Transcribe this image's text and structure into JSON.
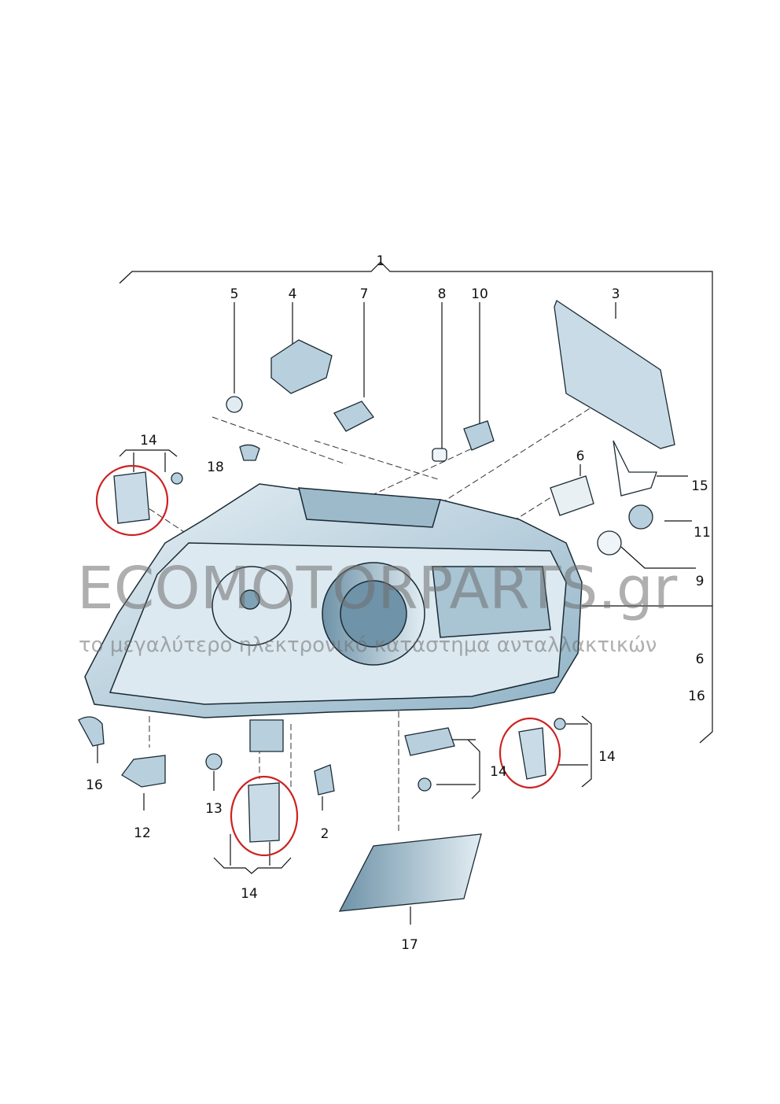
{
  "diagram": {
    "callouts": {
      "c1": "1",
      "c2": "2",
      "c3": "3",
      "c4": "4",
      "c5": "5",
      "c6a": "6",
      "c6b": "6",
      "c7": "7",
      "c8": "8",
      "c9": "9",
      "c10": "10",
      "c11": "11",
      "c12": "12",
      "c13": "13",
      "c14a": "14",
      "c14b": "14",
      "c14c": "14",
      "c14d": "14",
      "c15": "15",
      "c16a": "16",
      "c16b": "16",
      "c17": "17",
      "c18": "18"
    },
    "highlight_color": "#cc2222",
    "part_fill": "#b8d0de",
    "watermark": {
      "brand": "ECOMOTORPARTS.gr",
      "tagline": "το μεγαλύτερο ηλεκτρονικό κατάστημα ανταλλακτικών"
    }
  }
}
